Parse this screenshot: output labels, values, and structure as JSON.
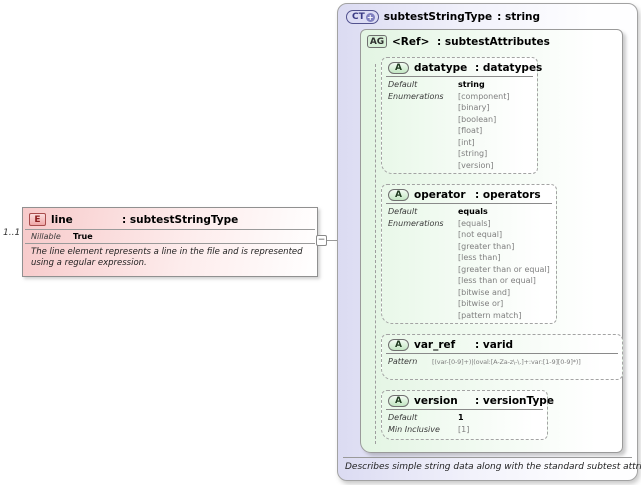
{
  "colors": {
    "element_pink": "#f7caca",
    "element_badge_border": "#a84c4c",
    "complex_type_lavender": "#dbdbf2",
    "group_green": "#e3f5e3",
    "enum_gray": "#7f7f7f",
    "border_gray": "#9a9a9a"
  },
  "element": {
    "cardinality": "1..1",
    "badge": "E",
    "name": "line",
    "type": ": subtestStringType",
    "rows": [
      {
        "label": "Nillable",
        "value": "True",
        "kind": "default"
      }
    ],
    "description": "The line element represents a line in the file and is represented using a regular expression."
  },
  "connector": {
    "toggle": "−"
  },
  "complex_type": {
    "badge": "CT",
    "badge_plus": "+",
    "name": "subtestStringType",
    "type": ": string",
    "annotation": "Describes simple string data along with the standard subtest attributes.",
    "attribute_group": {
      "badge": "AG",
      "name": "<Ref>",
      "type": ": subtestAttributes",
      "attributes": [
        {
          "badge": "A",
          "name": "datatype",
          "type": ": datatypes",
          "rows": [
            {
              "label": "Default",
              "value": "string",
              "kind": "default"
            },
            {
              "label": "Enumerations",
              "value": "[component]",
              "kind": "enum"
            },
            {
              "label": "",
              "value": "[binary]",
              "kind": "enum"
            },
            {
              "label": "",
              "value": "[boolean]",
              "kind": "enum"
            },
            {
              "label": "",
              "value": "[float]",
              "kind": "enum"
            },
            {
              "label": "",
              "value": "[int]",
              "kind": "enum"
            },
            {
              "label": "",
              "value": "[string]",
              "kind": "enum"
            },
            {
              "label": "",
              "value": "[version]",
              "kind": "enum"
            }
          ]
        },
        {
          "badge": "A",
          "name": "operator",
          "type": ": operators",
          "rows": [
            {
              "label": "Default",
              "value": "equals",
              "kind": "default"
            },
            {
              "label": "Enumerations",
              "value": "[equals]",
              "kind": "enum"
            },
            {
              "label": "",
              "value": "[not equal]",
              "kind": "enum"
            },
            {
              "label": "",
              "value": "[greater than]",
              "kind": "enum"
            },
            {
              "label": "",
              "value": "[less than]",
              "kind": "enum"
            },
            {
              "label": "",
              "value": "[greater than or equal]",
              "kind": "enum"
            },
            {
              "label": "",
              "value": "[less than or equal]",
              "kind": "enum"
            },
            {
              "label": "",
              "value": "[bitwise and]",
              "kind": "enum"
            },
            {
              "label": "",
              "value": "[bitwise or]",
              "kind": "enum"
            },
            {
              "label": "",
              "value": "[pattern match]",
              "kind": "enum"
            }
          ]
        },
        {
          "badge": "A",
          "name": "var_ref",
          "type": ": varid",
          "rows": [
            {
              "label": "Pattern",
              "value": "[(var-[0-9]+)|(oval:[A-Za-z\\-\\.]+:var:[1-9][0-9]*)]",
              "kind": "enum"
            }
          ]
        },
        {
          "badge": "A",
          "name": "version",
          "type": ": versionType",
          "rows": [
            {
              "label": "Default",
              "value": "1",
              "kind": "default"
            },
            {
              "label": "Min Inclusive",
              "value": "[1]",
              "kind": "enum"
            }
          ]
        }
      ]
    }
  }
}
